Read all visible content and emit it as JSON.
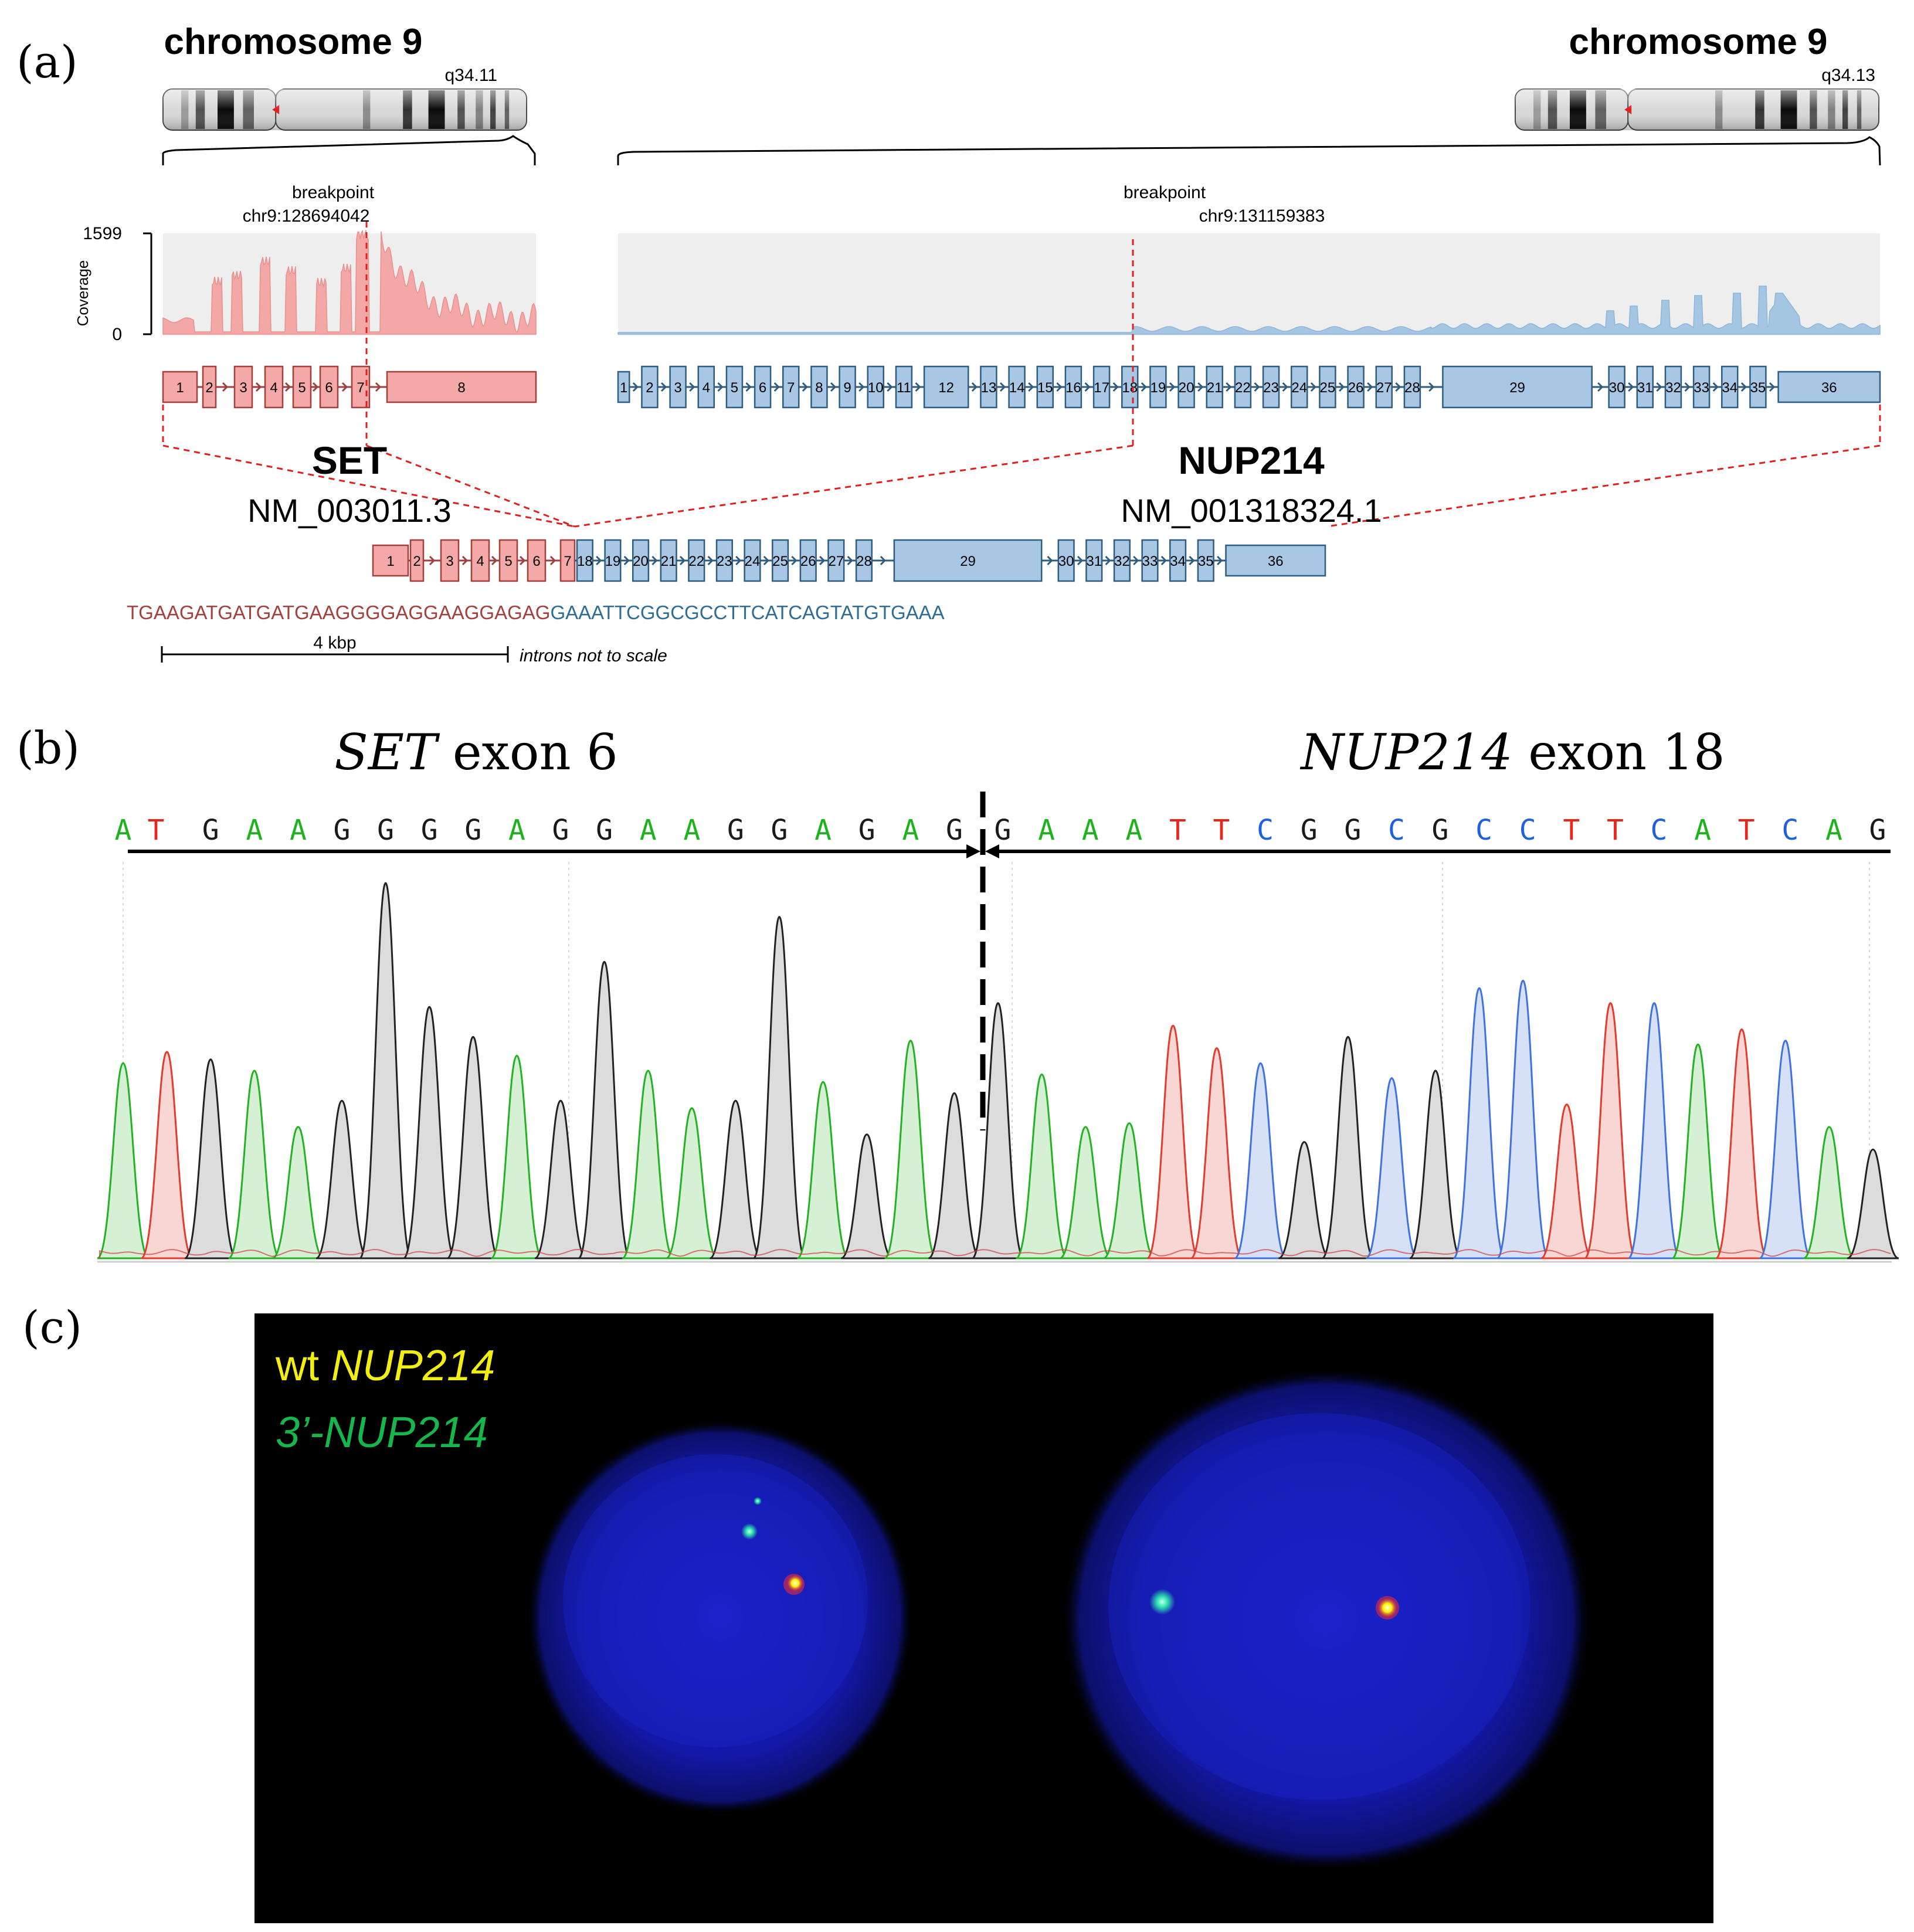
{
  "panels": {
    "a": "(a)",
    "b": "(b)",
    "c": "(c)"
  },
  "left_chrom": {
    "title": "chromosome 9",
    "band": "q34.11"
  },
  "right_chrom": {
    "title": "chromosome 9",
    "band": "q34.13"
  },
  "left_breakpoint": {
    "label": "breakpoint",
    "coord": "chr9:128694042"
  },
  "right_breakpoint": {
    "label": "breakpoint",
    "coord": "chr9:131159383"
  },
  "coverage": {
    "axis_title": "Coverage",
    "max": "1599",
    "min": "0"
  },
  "set_gene": {
    "name": "SET",
    "transcript": "NM_003011.3",
    "exons": [
      "1",
      "2",
      "3",
      "4",
      "5",
      "6",
      "7",
      "8"
    ],
    "color": "#f4a8a8",
    "stroke": "#a0403f"
  },
  "nup_gene": {
    "name": "NUP214",
    "transcript": "NM_001318324.1",
    "exons": [
      "1",
      "2",
      "3",
      "4",
      "5",
      "6",
      "7",
      "8",
      "9",
      "10",
      "11",
      "12",
      "13",
      "14",
      "15",
      "16",
      "17",
      "18",
      "19",
      "20",
      "21",
      "22",
      "23",
      "24",
      "25",
      "26",
      "27",
      "28",
      "29",
      "30",
      "31",
      "32",
      "33",
      "34",
      "35",
      "36"
    ],
    "color": "#a7c7e4",
    "stroke": "#2f5d80"
  },
  "fusion": {
    "set_exons": [
      "1",
      "2",
      "3",
      "4",
      "5",
      "6",
      "7"
    ],
    "nup_exons": [
      "18",
      "19",
      "20",
      "21",
      "22",
      "23",
      "24",
      "25",
      "26",
      "27",
      "28",
      "29",
      "30",
      "31",
      "32",
      "33",
      "34",
      "35",
      "36"
    ],
    "seq_set": "TGAAGATGATGATGAAGGGGAGGAAGGAGAG",
    "seq_nup": "GAAATTCGGCGCCTTCATCAGTATGTGAAA",
    "scale_label": "4 kbp",
    "scale_note": "introns not to scale"
  },
  "panel_b": {
    "left_title_gene": "SET",
    "left_title_rest": " exon 6",
    "right_title_gene": "NUP214",
    "right_title_rest": " exon 18",
    "bases": [
      "A",
      "T",
      "G",
      "A",
      "A",
      "G",
      "G",
      "G",
      "G",
      "A",
      "G",
      "G",
      "A",
      "A",
      "G",
      "G",
      "A",
      "G",
      "A",
      "G",
      "G",
      "A",
      "A",
      "A",
      "T",
      "T",
      "C",
      "G",
      "G",
      "C",
      "G",
      "C",
      "C",
      "T",
      "T",
      "C",
      "A",
      "T",
      "C",
      "A",
      "G"
    ],
    "base_colors": {
      "A": "#1db31d",
      "T": "#e8261c",
      "G": "#1a1a1a",
      "C": "#1f5fe0"
    }
  },
  "panel_c": {
    "probe1_prefix": "wt ",
    "probe1_gene": "NUP214",
    "probe1_color": "#f2ee12",
    "probe2_text": "3’-NUP214",
    "probe2_color": "#16b64d"
  }
}
